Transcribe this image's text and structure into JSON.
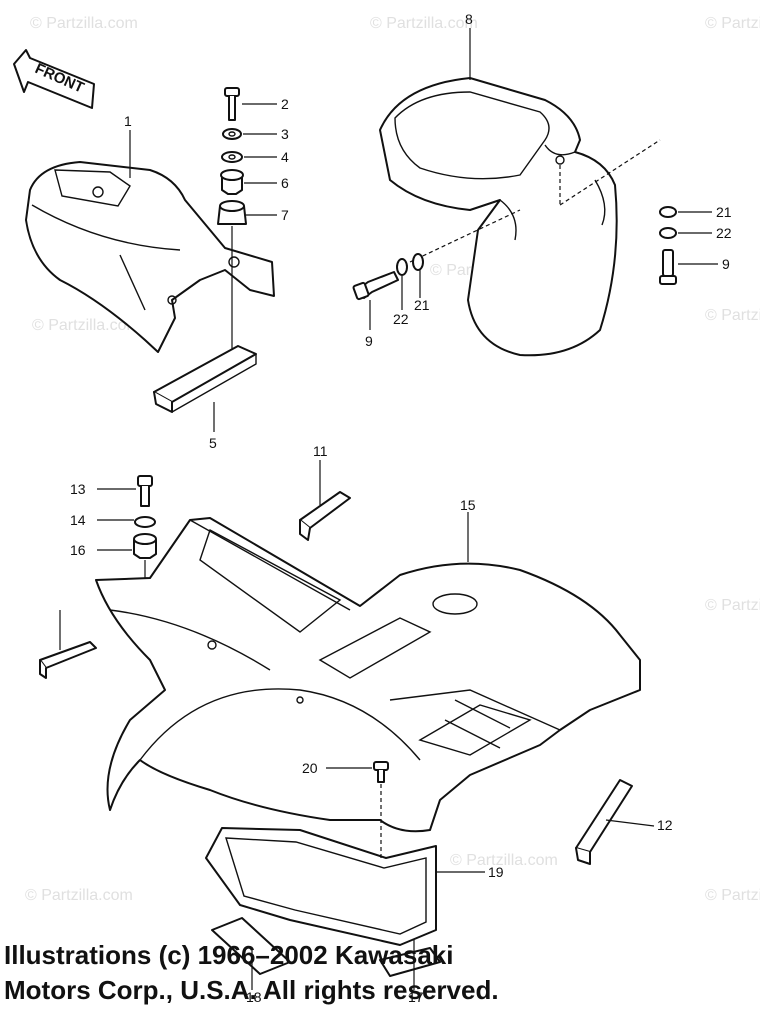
{
  "watermark": "© Partzilla.com",
  "front_label": "FRONT",
  "copyright": {
    "line1": "Illustrations (c) 1966–2002 Kawasaki",
    "line2": "Motors Corp., U.S.A.  All rights reserved."
  },
  "callouts": {
    "c1": "1",
    "c2": "2",
    "c3": "3",
    "c4": "4",
    "c5": "5",
    "c6": "6",
    "c7": "7",
    "c8": "8",
    "c9a": "9",
    "c9b": "9",
    "c11": "11",
    "c12": "12",
    "c13": "13",
    "c14": "14",
    "c15": "15",
    "c16": "16",
    "c19": "19",
    "c20": "20",
    "c21a": "21",
    "c21b": "21",
    "c22a": "22",
    "c22b": "22",
    "c18": "18",
    "c17": "17"
  }
}
